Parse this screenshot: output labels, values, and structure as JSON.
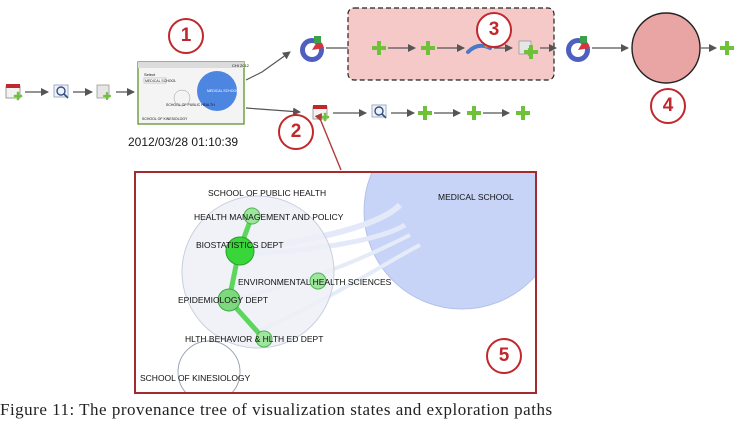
{
  "timestamp": "2012/03/28 01:10:39",
  "callouts": [
    "1",
    "2",
    "3",
    "4",
    "5"
  ],
  "caption": "Figure 11: The provenance tree of visualization states and exploration paths",
  "thumbnail": {
    "title": "CHI 2012",
    "field_label": "Select",
    "dropdown_value": "MEDICAL SCHOOL",
    "node_a": "MEDICAL SCHOOL",
    "node_b": "SCHOOL OF PUBLIC HEALTH",
    "node_c": "SCHOOL OF KINESIOLOGY"
  },
  "detail_view": {
    "nodes": [
      "SCHOOL OF PUBLIC HEALTH",
      "HEALTH MANAGEMENT AND POLICY",
      "BIOSTATISTICS DEPT",
      "ENVIRONMENTAL HEALTH SCIENCES",
      "EPIDEMIOLOGY DEPT",
      "HLTH BEHAVIOR & HLTH ED DEPT",
      "SCHOOL OF KINESIOLOGY",
      "MEDICAL SCHOOL"
    ]
  },
  "colors": {
    "callout": "#c0282d",
    "highlight_fill": "#f6c9c9",
    "node_green": "#39d639",
    "bubble_blue": "#c7d4f7",
    "arrow": "#555555"
  }
}
